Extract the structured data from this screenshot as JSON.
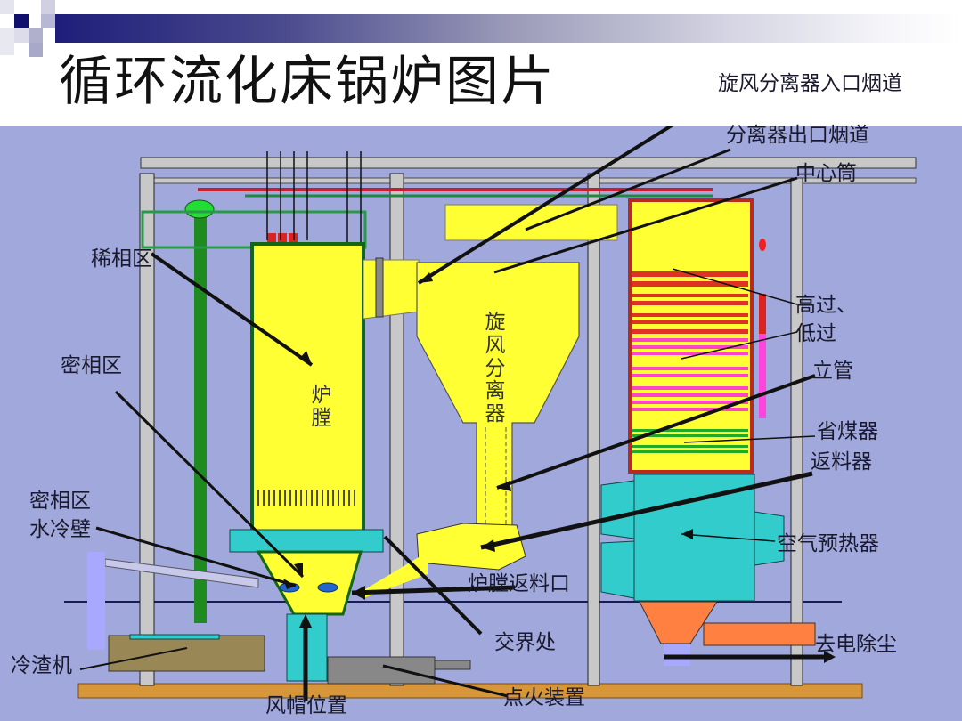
{
  "slide": {
    "title": "循环流化床锅炉图片",
    "accent_colors": {
      "header_bar_dark": "#1e1e7a",
      "background": "#a0a8dc",
      "furnace_yellow": "#ffff33",
      "cyan": "#33cccc",
      "orange": "#ff8040",
      "magenta": "#ff44dd",
      "red_pipe": "#dd2222",
      "green_pipe": "#22aa22"
    }
  },
  "diagram": {
    "name": "circulating-fluidized-bed-boiler",
    "inline_labels": {
      "furnace": [
        "炉",
        "膛"
      ],
      "cyclone": [
        "旋",
        "风",
        "分",
        "离",
        "器"
      ]
    },
    "callouts": [
      {
        "id": "cyclone-inlet-duct",
        "text": "旋风分离器入口烟道"
      },
      {
        "id": "separator-outlet-duct",
        "text": "分离器出口烟道"
      },
      {
        "id": "center-tube",
        "text": "中心筒"
      },
      {
        "id": "dilute-zone",
        "text": "稀相区"
      },
      {
        "id": "dense-zone",
        "text": "密相区"
      },
      {
        "id": "superheaters",
        "text_line1": "高过、",
        "text_line2": "低过"
      },
      {
        "id": "standpipe",
        "text": "立管"
      },
      {
        "id": "economizer",
        "text": "省煤器"
      },
      {
        "id": "loop-seal",
        "text": "返料器"
      },
      {
        "id": "dense-zone-waterwall",
        "text_line1": "密相区",
        "text_line2": "水冷壁"
      },
      {
        "id": "air-preheater",
        "text": "空气预热器"
      },
      {
        "id": "furnace-return-port",
        "text": "炉膛返料口"
      },
      {
        "id": "interface",
        "text": "交界处"
      },
      {
        "id": "to-esp",
        "text": "去电除尘"
      },
      {
        "id": "slag-cooler",
        "text": "冷渣机"
      },
      {
        "id": "bubble-cap-location",
        "text": "风帽位置"
      },
      {
        "id": "ignition-device",
        "text": "点火装置"
      }
    ]
  }
}
